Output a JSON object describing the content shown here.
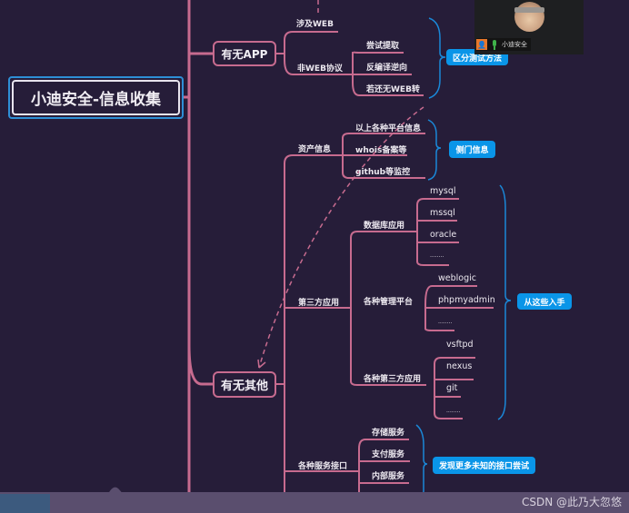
{
  "root": {
    "label": "小迪安全-信息收集"
  },
  "branches": {
    "app": {
      "label": "有无APP",
      "children": {
        "web": "涉及WEB",
        "nonweb": "非WEB协议",
        "nonweb_items": [
          "尝试提取",
          "反编译逆向",
          "若还无WEB转"
        ]
      },
      "tag": "区分测试方法"
    },
    "other": {
      "label": "有无其他",
      "asset": {
        "label": "资产信息",
        "items": [
          "以上各种平台信息",
          "whois备案等",
          "github等监控"
        ],
        "tag": "侧门信息"
      },
      "third": {
        "label": "第三方应用",
        "db": {
          "label": "数据库应用",
          "items": [
            "mysql",
            "mssql",
            "oracle",
            "........"
          ]
        },
        "mgmt": {
          "label": "各种管理平台",
          "items": [
            "weblogic",
            "phpmyadmin",
            "........"
          ]
        },
        "apps": {
          "label": "各种第三方应用",
          "items": [
            "vsftpd",
            "nexus",
            "git",
            "........"
          ]
        },
        "tag": "从这些入手"
      },
      "services": {
        "label": "各种服务接口",
        "items": [
          "存储服务",
          "支付服务",
          "内部服务",
          "----"
        ],
        "tag": "发现更多未知的接口尝试"
      }
    }
  },
  "video": {
    "username": "小迪安全"
  },
  "watermark": "CSDN @此乃大忽悠",
  "colors": {
    "background": "#261d39",
    "branch": "#c76b8f",
    "bracket": "#1a88d8",
    "tag": "#0a95e8"
  }
}
